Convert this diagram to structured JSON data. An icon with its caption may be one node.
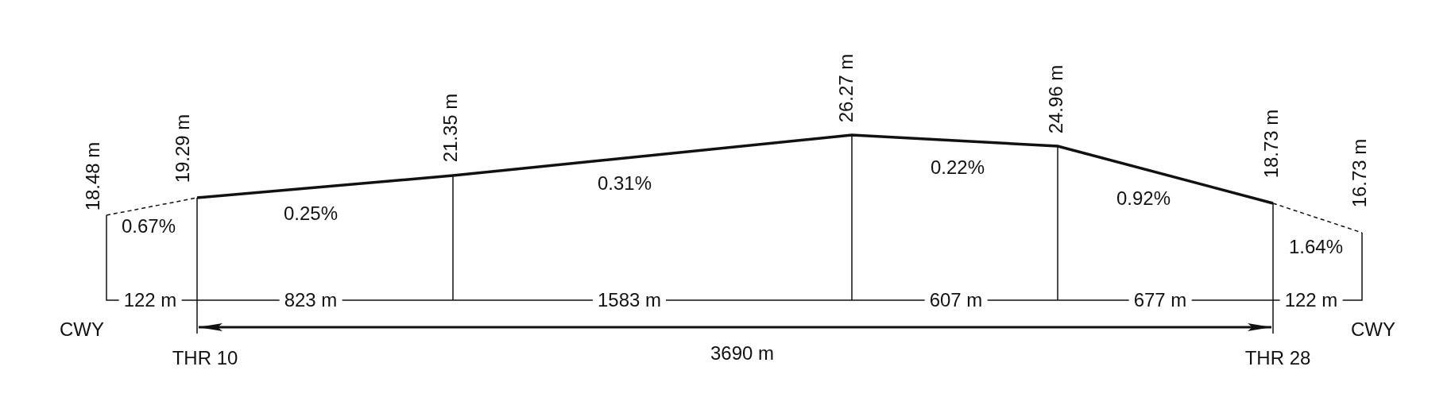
{
  "diagram": {
    "labels": [
      "18.48 m",
      "19.29 m",
      "21.35 m",
      "26.27 m",
      "24.96 m",
      "18.73 m",
      "16.73 m",
      "0.67%",
      "0.25%",
      "0.31%",
      "0.22%",
      "0.92%",
      "1.64%",
      "122 m",
      "823 m",
      "1583 m",
      "607 m",
      "677 m",
      "122 m",
      "CWY",
      "CWY",
      "THR 10",
      "3690 m",
      "THR 28"
    ]
  }
}
